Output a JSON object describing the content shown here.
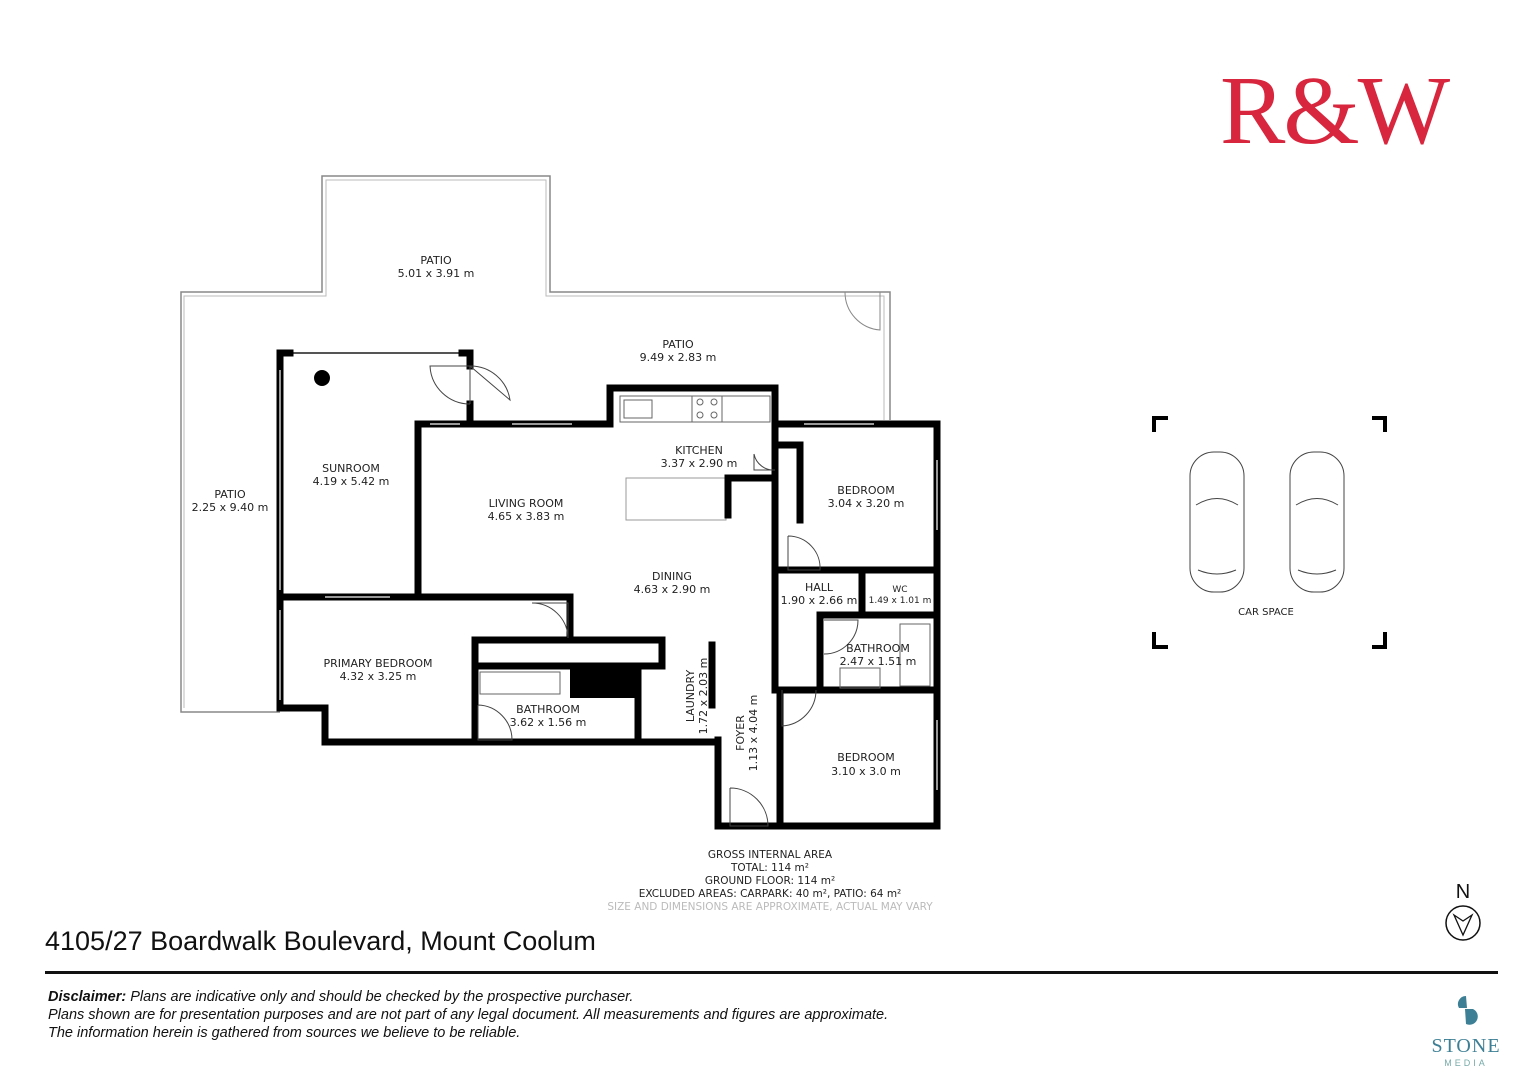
{
  "brand": {
    "logo_text": "R&W",
    "logo_color": "#d7263d"
  },
  "rooms": [
    {
      "name": "PATIO",
      "dims": "5.01 x 3.91 m"
    },
    {
      "name": "PATIO",
      "dims": "9.49 x 2.83 m"
    },
    {
      "name": "PATIO",
      "dims": "2.25 x 9.40 m"
    },
    {
      "name": "SUNROOM",
      "dims": "4.19 x 5.42 m"
    },
    {
      "name": "LIVING ROOM",
      "dims": "4.65 x 3.83 m"
    },
    {
      "name": "KITCHEN",
      "dims": "3.37 x 2.90 m"
    },
    {
      "name": "DINING",
      "dims": "4.63 x 2.90 m"
    },
    {
      "name": "BEDROOM",
      "dims": "3.04 x 3.20 m"
    },
    {
      "name": "HALL",
      "dims": "1.90 x 2.66 m"
    },
    {
      "name": "WC",
      "dims": "1.49 x 1.01 m"
    },
    {
      "name": "BATHROOM",
      "dims": "2.47 x 1.51 m"
    },
    {
      "name": "PRIMARY BEDROOM",
      "dims": "4.32 x 3.25 m"
    },
    {
      "name": "BATHROOM",
      "dims": "3.62 x 1.56 m"
    },
    {
      "name": "LAUNDRY",
      "dims": "1.72 x 2.03 m"
    },
    {
      "name": "FOYER",
      "dims": "1.13 x 4.04 m"
    },
    {
      "name": "BEDROOM",
      "dims": "3.10 x 3.0 m"
    }
  ],
  "car_space": {
    "label": "CAR SPACE"
  },
  "area": {
    "heading": "GROSS INTERNAL AREA",
    "total": "TOTAL: 114 m²",
    "ground_floor": "GROUND FLOOR: 114 m²",
    "excluded": "EXCLUDED AREAS: CARPARK: 40 m², PATIO: 64 m²",
    "note": "SIZE AND DIMENSIONS ARE APPROXIMATE, ACTUAL MAY VARY"
  },
  "compass": {
    "label": "N"
  },
  "address": "4105/27 Boardwalk Boulevard, Mount Coolum",
  "disclaimer": {
    "label": "Disclaimer:",
    "line1": " Plans are indicative only and should be checked by the prospective purchaser.",
    "line2": "Plans shown are for presentation purposes and are not part of any legal document. All measurements and figures are approximate.",
    "line3": "The information herein is gathered from sources we believe to be reliable."
  },
  "stone_media": {
    "line1": "STONE",
    "line2": "MEDIA",
    "color": "#3d7f95"
  }
}
